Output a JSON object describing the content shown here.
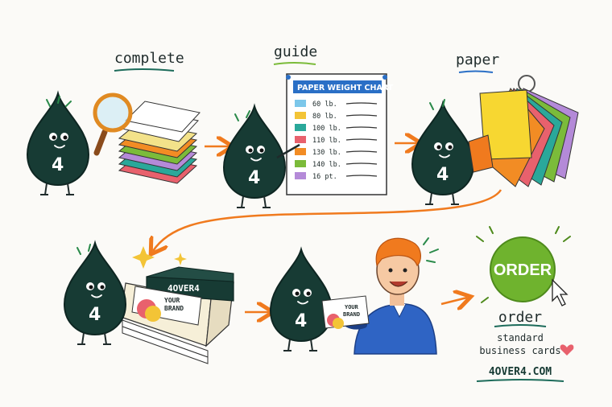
{
  "steps": {
    "complete": "complete",
    "guide": "guide",
    "paper": "paper"
  },
  "chart": {
    "title": "PAPER WEIGHT CHART",
    "rows": [
      {
        "label": "60 lb.",
        "color": "#7cc7ea"
      },
      {
        "label": "80 lb.",
        "color": "#f3c436"
      },
      {
        "label": "100 lb.",
        "color": "#2aa89a"
      },
      {
        "label": "110 lb.",
        "color": "#e8616d"
      },
      {
        "label": "130 lb.",
        "color": "#f28c24"
      },
      {
        "label": "140 lb.",
        "color": "#7bbb3a"
      },
      {
        "label": "16 pt.",
        "color": "#b48ad8"
      }
    ]
  },
  "mascot_number": "4",
  "box_brand": "4OVER4",
  "card_text": {
    "line1": "YOUR",
    "line2": "BRAND"
  },
  "order": {
    "button_label": "ORDER",
    "heading": "order",
    "line1": "standard",
    "line2": "business cards",
    "url": "4OVER4.COM"
  },
  "colors": {
    "mascot": "#173b34",
    "accent_orange": "#f07a1e",
    "order_green": "#6fb32e",
    "chart_blue": "#2a6fc6"
  }
}
